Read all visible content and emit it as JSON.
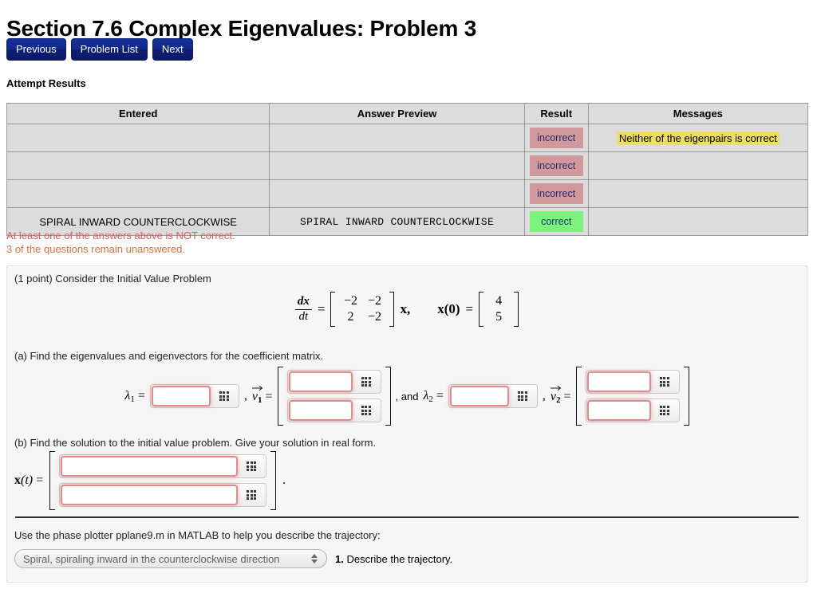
{
  "page_title": "Section 7.6 Complex Eigenvalues: Problem 3",
  "nav_buttons": [
    {
      "label": "Previous",
      "name": "previous-button"
    },
    {
      "label": "Problem List",
      "name": "problem-list-button"
    },
    {
      "label": "Next",
      "name": "next-button"
    }
  ],
  "attempt_results": {
    "heading": "Attempt Results",
    "columns": [
      "Entered",
      "Answer Preview",
      "Result",
      "Messages"
    ],
    "rows": [
      {
        "entered": "",
        "preview": "",
        "result": "incorrect",
        "message": "Neither of the eigenpairs is correct"
      },
      {
        "entered": "",
        "preview": "",
        "result": "incorrect",
        "message": ""
      },
      {
        "entered": "",
        "preview": "",
        "result": "incorrect",
        "message": ""
      },
      {
        "entered": "SPIRAL INWARD COUNTERCLOCKWISE",
        "preview": "SPIRAL INWARD COUNTERCLOCKWISE",
        "result": "correct",
        "message": ""
      }
    ]
  },
  "warnings": {
    "not_correct": "At least one of the answers above is NOT correct.",
    "unanswered": "3 of the questions remain unanswered."
  },
  "problem": {
    "intro": "(1 point) Consider the Initial Value Problem",
    "equation": {
      "lhs_numerator": "dx",
      "lhs_denominator": "dt",
      "equals": "=",
      "matrix": [
        [
          "−2",
          "−2"
        ],
        [
          "2",
          "−2"
        ]
      ],
      "after_matrix": "x,",
      "initial_label": "x(0)",
      "initial_equals": "=",
      "initial_vector": [
        "4",
        "5"
      ]
    },
    "part_a": {
      "prompt": "(a) Find the eigenvalues and eigenvectors for the coefficient matrix.",
      "lambda1_label": "λ",
      "lambda1_sub": "1",
      "v1_label": "v",
      "v1_sub": "1",
      "and_text": ", and",
      "lambda2_label": "λ",
      "lambda2_sub": "2",
      "v2_label": "v",
      "v2_sub": "2",
      "equals": "=",
      "comma": ",",
      "lambda1_value": "",
      "v1_values": [
        "",
        ""
      ],
      "lambda2_value": "",
      "v2_values": [
        "",
        ""
      ]
    },
    "part_b": {
      "prompt": "(b) Find the solution to the initial value problem. Give your solution in real form.",
      "xt_label_x": "x",
      "xt_label_t": "(t)",
      "equals": "=",
      "values": [
        "",
        ""
      ],
      "trailing_period": "."
    },
    "plotter": {
      "text": "Use the phase plotter pplane9.m in MATLAB to help you describe the trajectory:",
      "selected_option": "Spiral, spiraling inward in the counterclockwise direction",
      "options": [
        "Spiral, spiraling inward in the counterclockwise direction"
      ],
      "question_number": "1.",
      "question_text": "Describe the trajectory."
    }
  },
  "icons": {
    "keypad": "keypad-grid-icon",
    "select_arrows": "select-updown-arrows-icon"
  },
  "colors": {
    "nav_button": "#122a8c",
    "incorrect_bg": "#d2999c",
    "correct_bg": "#7df37d",
    "message_highlight": "#ecde63",
    "warn_red": "#dd5a5a",
    "warn_orange": "#e2703a",
    "input_border": "#dd8d8d",
    "panel_bg": "#f6f6f6",
    "table_bg": "#dcdcdc"
  }
}
